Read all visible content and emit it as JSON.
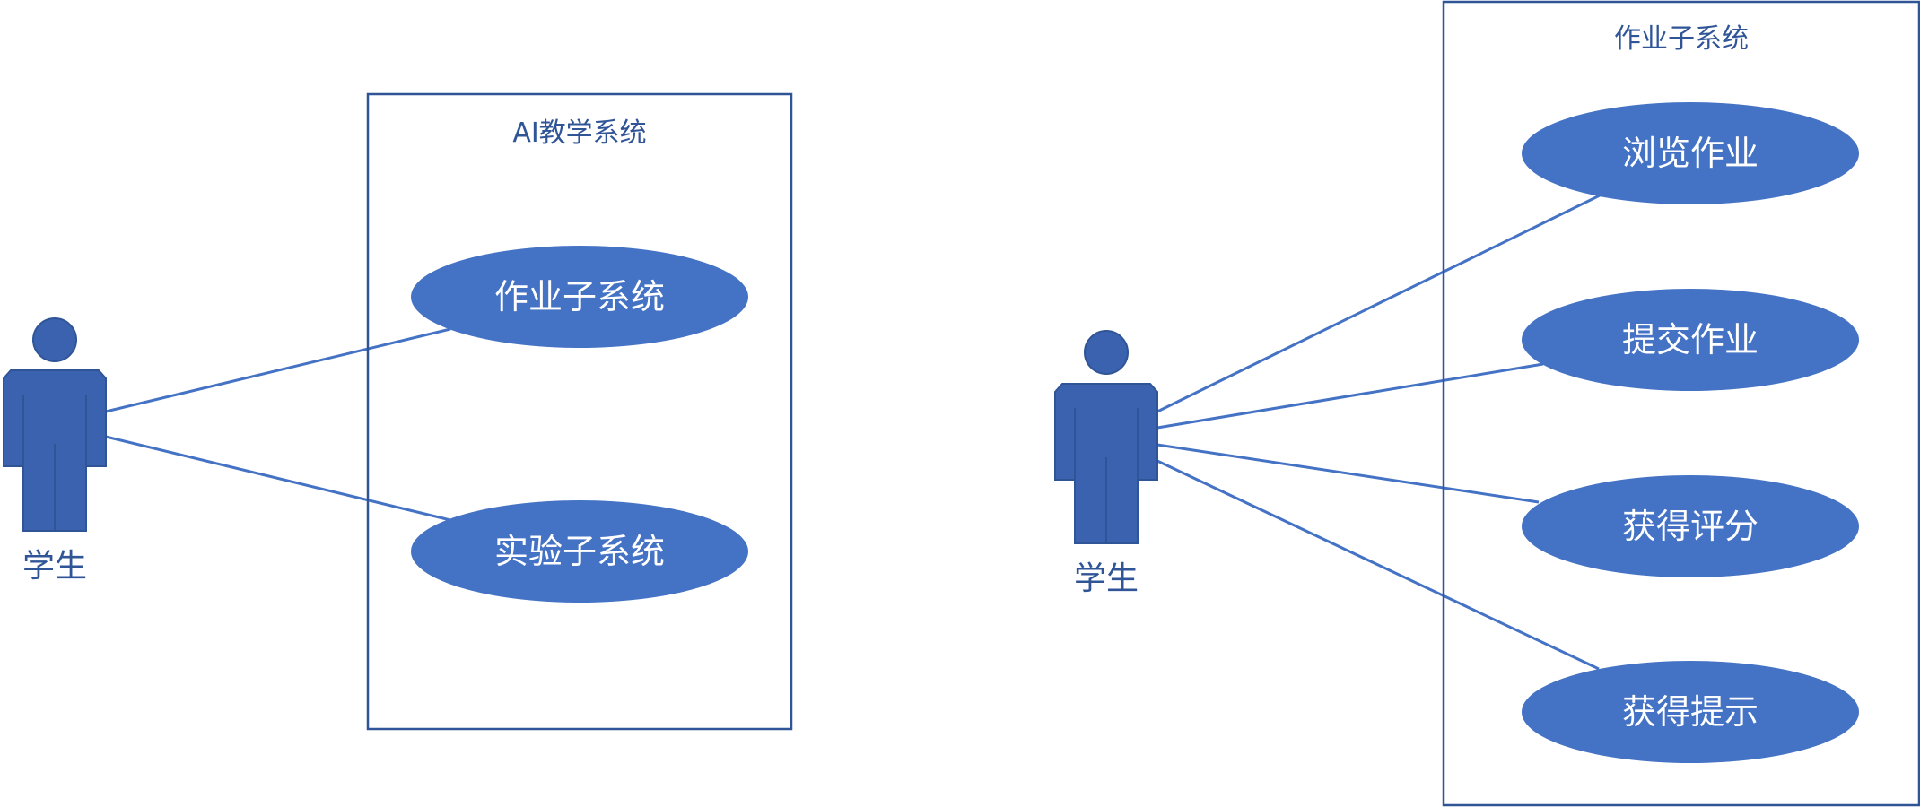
{
  "colors": {
    "usecase_fill": "#4472C4",
    "actor_fill": "#3A62AE",
    "outline": "#2F5597",
    "association_line": "#4472C4",
    "usecase_text": "#ffffff"
  },
  "left_diagram": {
    "system_title": "AI教学系统",
    "actor_label": "学生",
    "use_cases": [
      "作业子系统",
      "实验子系统"
    ]
  },
  "right_diagram": {
    "system_title": "作业子系统",
    "actor_label": "学生",
    "use_cases": [
      "浏览作业",
      "提交作业",
      "获得评分",
      "获得提示"
    ]
  }
}
